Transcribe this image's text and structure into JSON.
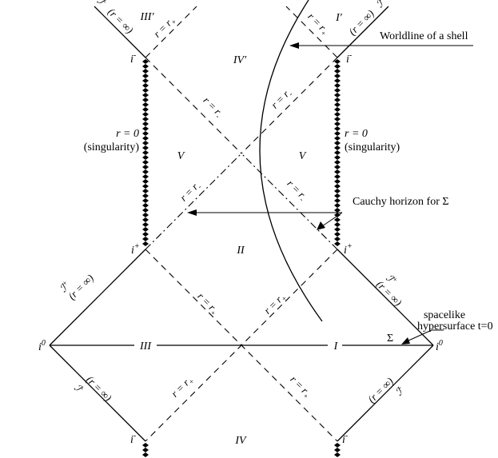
{
  "regions": {
    "I": "I",
    "II": "II",
    "III": "III",
    "IV": "IV",
    "V_left": "V",
    "V_right": "V",
    "I_prime": "I′",
    "III_prime": "III′",
    "IV_prime": "IV′"
  },
  "points": {
    "i0_left": "i",
    "i0_left_sup": "0",
    "i0_right": "i",
    "i0_right_sup": "0",
    "i_plus_left": "i",
    "i_plus_left_sup": "+",
    "i_plus_right": "i",
    "i_plus_right_sup": "+",
    "i_minus_left_top": "i",
    "i_minus_left_top_sup": "-",
    "i_minus_right_top": "i",
    "i_minus_right_top_sup": "-",
    "i_minus_left_bottom": "i",
    "i_minus_left_bottom_sup": "-",
    "i_minus_right_bottom": "i",
    "i_minus_right_bottom_sup": "-"
  },
  "scri": {
    "symbol": "ℐ",
    "plus": "+",
    "minus": "-",
    "r_infinity": "(r = ∞)"
  },
  "horizon_labels": {
    "r_plus": "r = r",
    "r_minus": "r = r",
    "sub_plus": "+",
    "sub_minus": "-"
  },
  "singularity": {
    "r_zero": "r = 0",
    "label": "(singularity)"
  },
  "annotations": {
    "worldline": "Worldline of a shell",
    "cauchy": "Cauchy horizon for  Σ",
    "spacelike_line1": "spacelike",
    "spacelike_line2": "hypersurface  t=0",
    "sigma": "Σ"
  }
}
